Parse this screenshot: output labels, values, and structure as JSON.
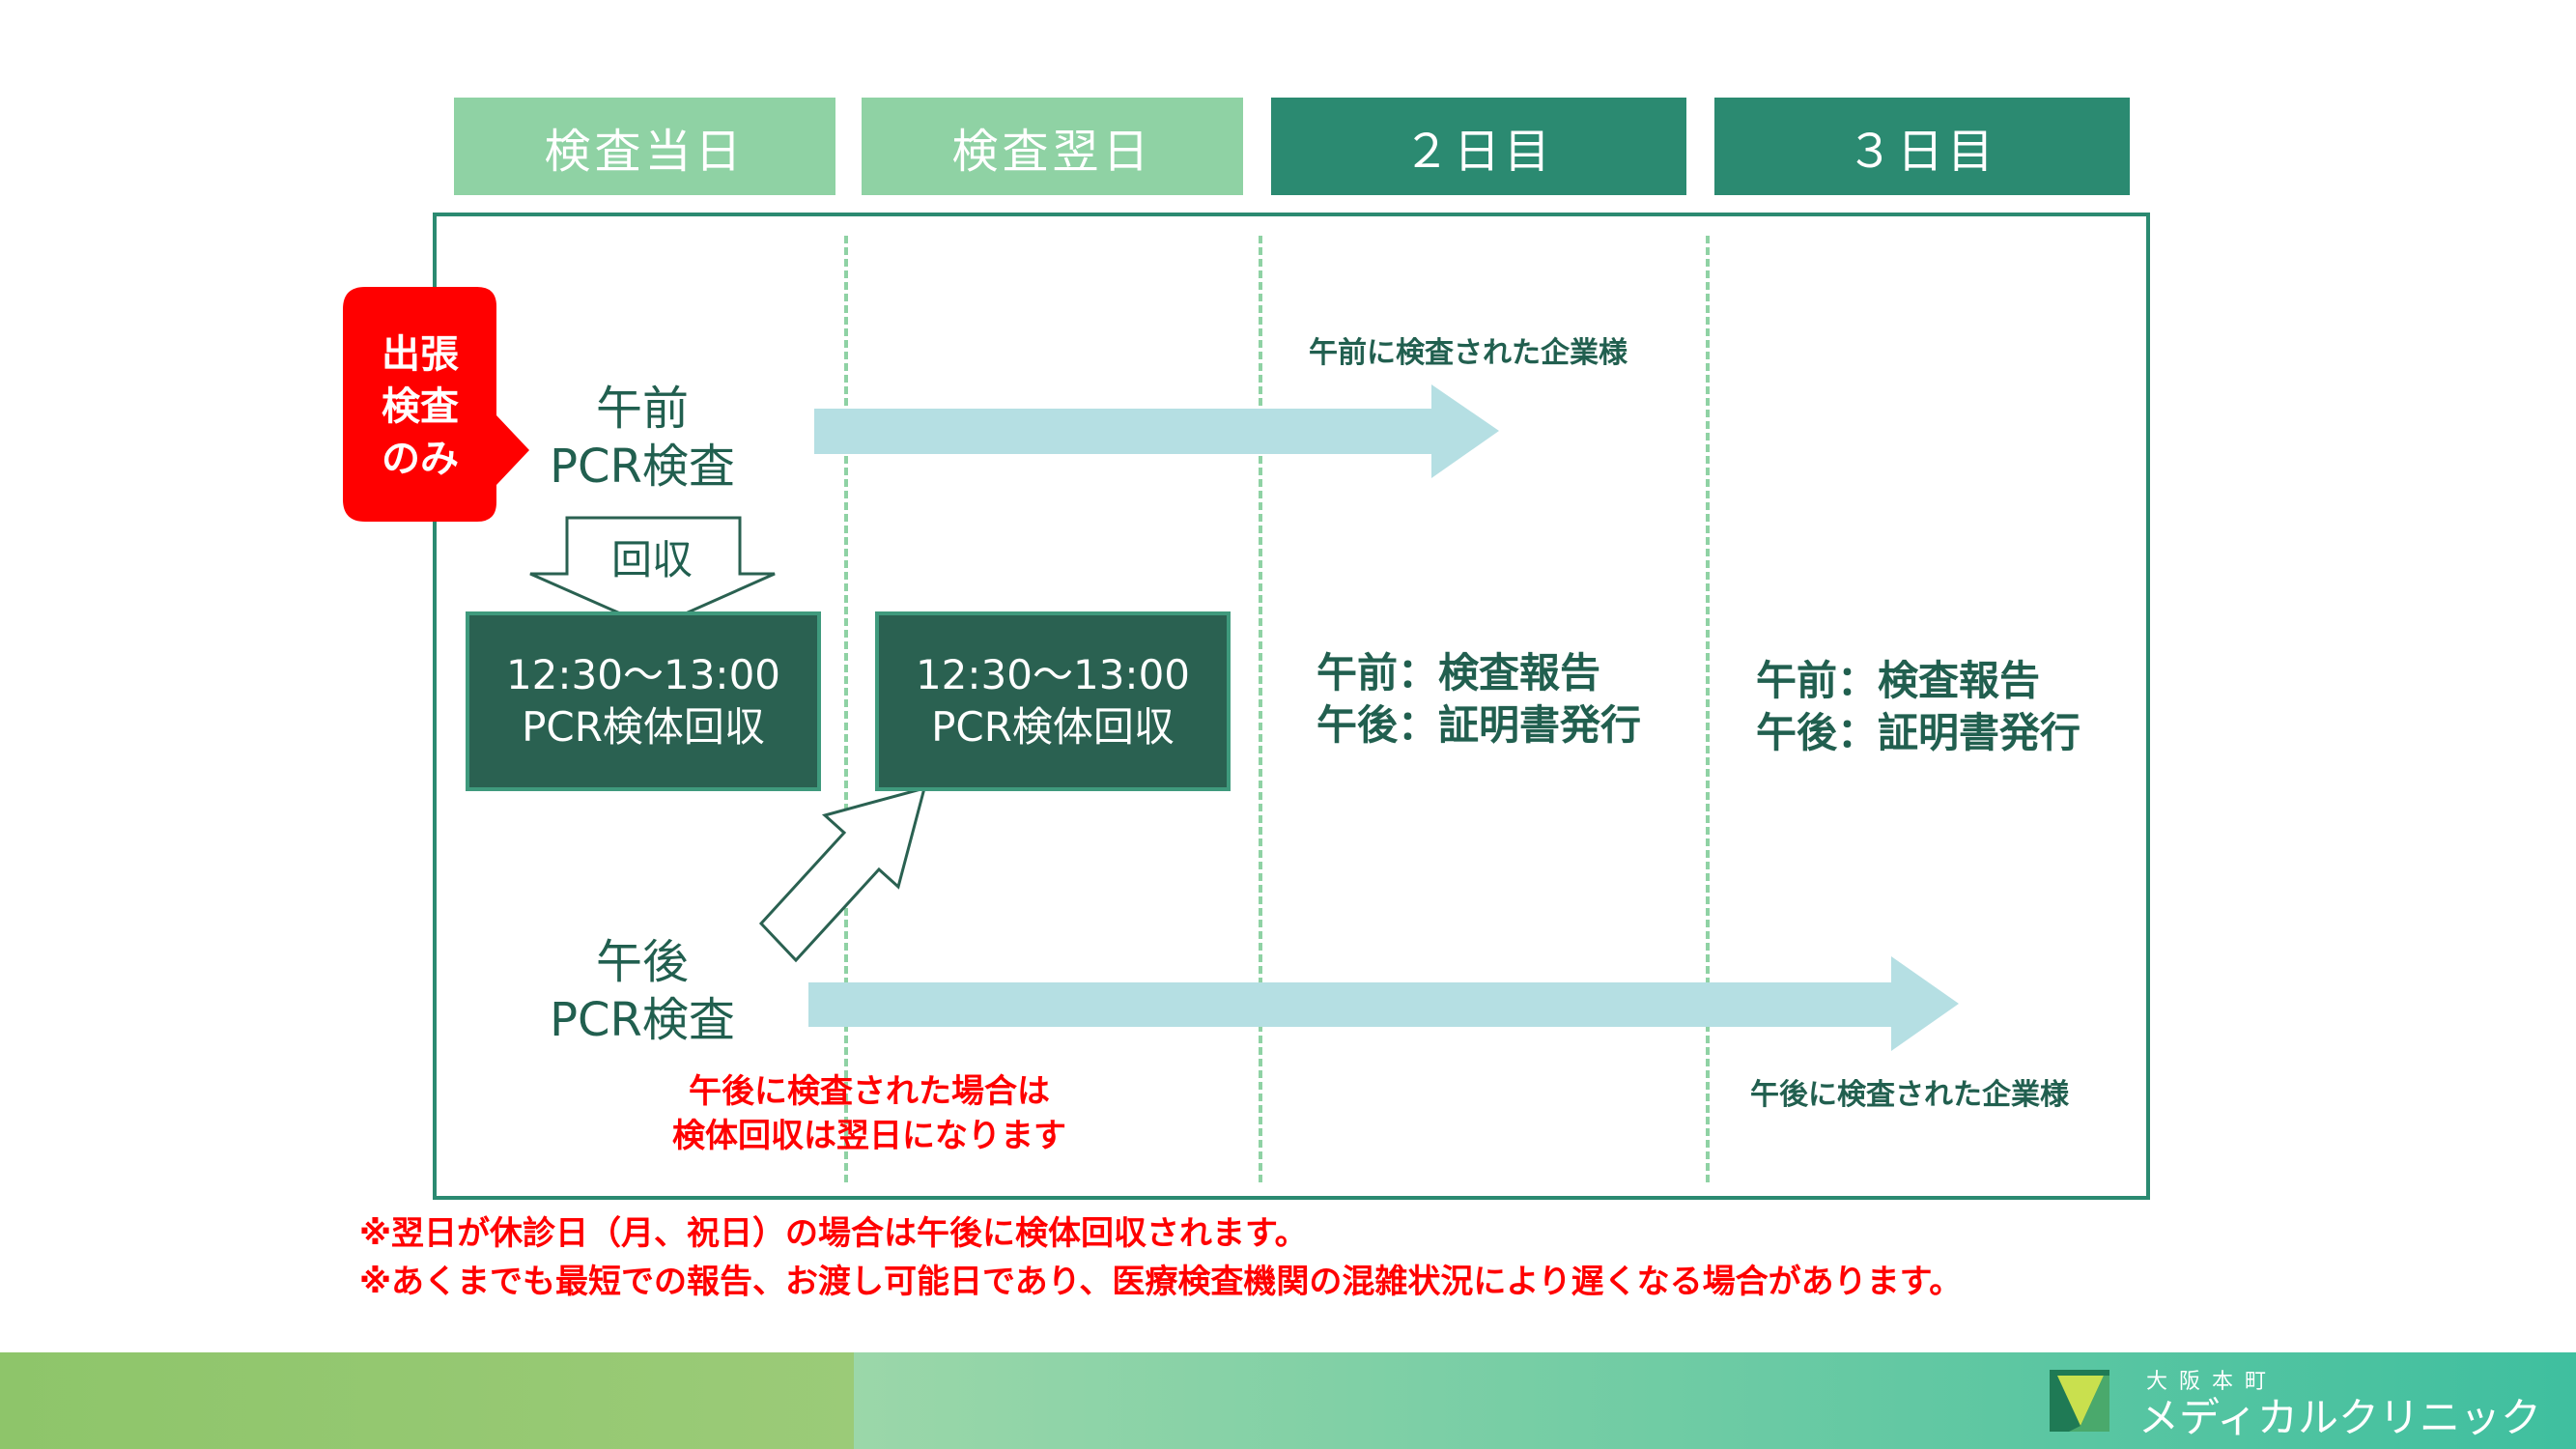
{
  "headers": [
    "検査当日",
    "検査翌日",
    "２日目",
    "３日目"
  ],
  "badge": {
    "lines": [
      "出張",
      "検査",
      "のみ"
    ],
    "color": "#ff0000"
  },
  "am_test": {
    "line1": "午前",
    "line2": "PCR検査"
  },
  "pm_test": {
    "line1": "午後",
    "line2": "PCR検査"
  },
  "collect_label": "回収",
  "box1": {
    "time": "12:30〜13:00",
    "text": "PCR検体回収"
  },
  "box2": {
    "time": "12:30〜13:00",
    "text": "PCR検体回収"
  },
  "am_arrow_note": "午前に検査された企業様",
  "pm_arrow_note": "午後に検査された企業様",
  "day2_report": {
    "line1": "午前：検査報告",
    "line2": "午後：証明書発行"
  },
  "day3_report": {
    "line1": "午前：検査報告",
    "line2": "午後：証明書発行"
  },
  "pm_notice": {
    "line1": "午後に検査された場合は",
    "line2": "検体回収は翌日になります"
  },
  "footnotes": [
    "※翌日が休診日（月、祝日）の場合は午後に検体回収されます。",
    "※あくまでも最短での報告、お渡し可能日であり、医療検査機関の混雑状況により遅くなる場合があります。"
  ],
  "clinic": {
    "sub": "大阪本町",
    "name": "メディカルクリニック"
  },
  "colors": {
    "light_green": "#8fd2a4",
    "dark_green": "#2b8a71",
    "arrow": "#b5dfe3",
    "red": "#ff0000"
  }
}
